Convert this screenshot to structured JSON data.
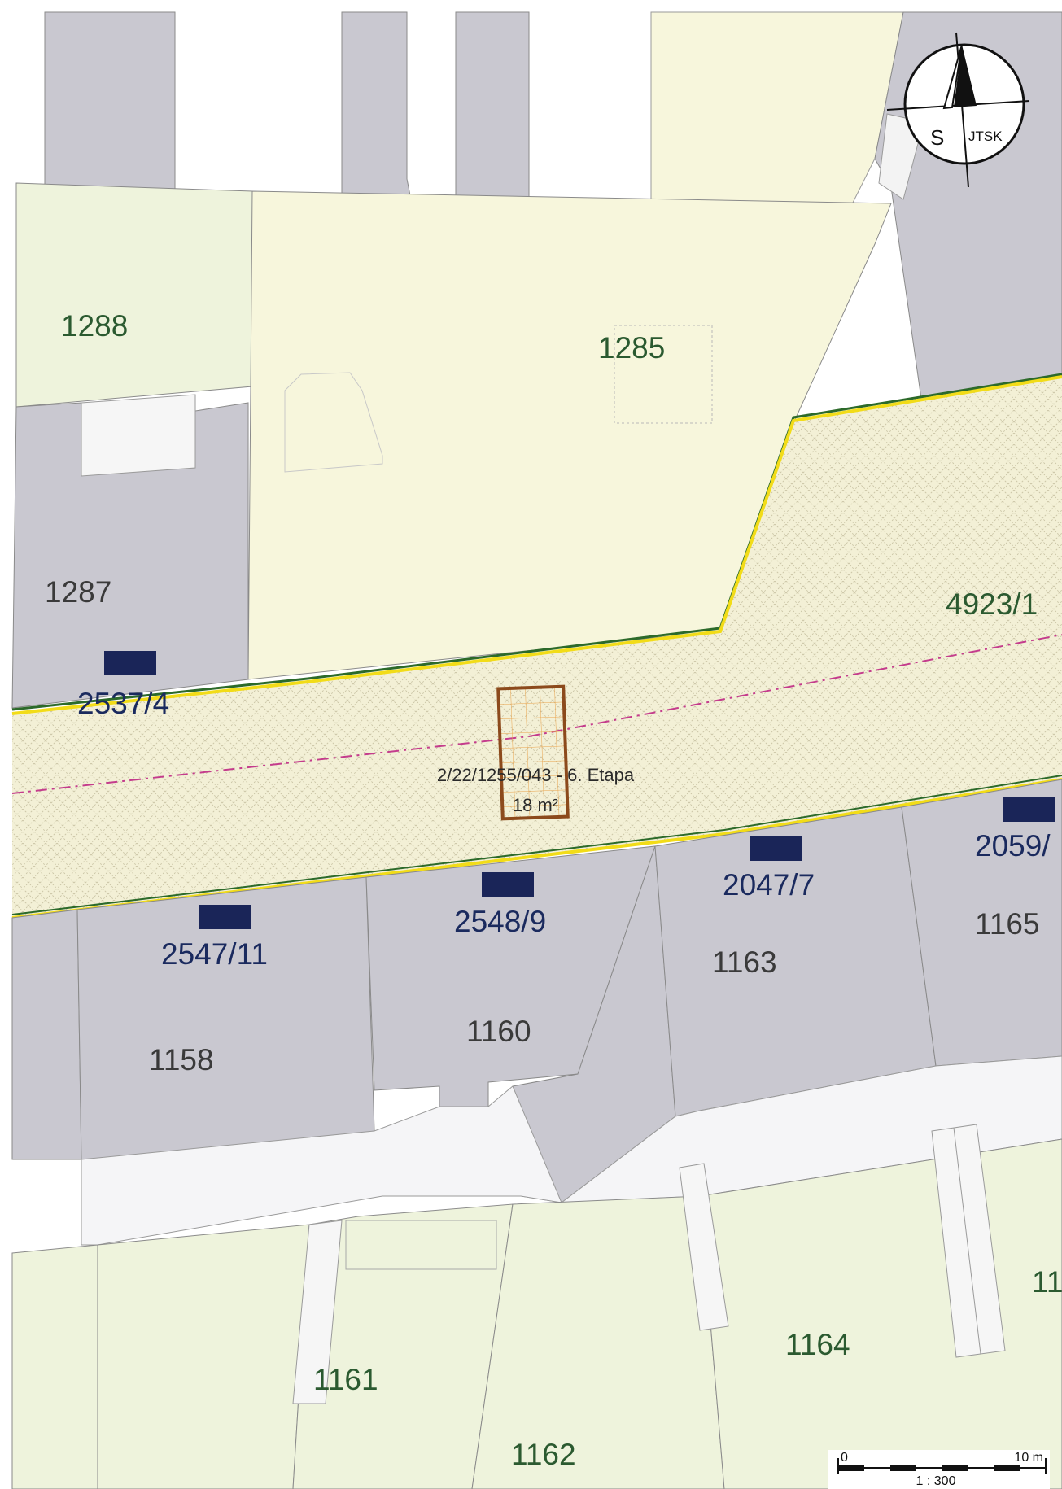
{
  "parcels": {
    "p1288": "1288",
    "p1285": "1285",
    "p1287": "1287",
    "p4923_1": "4923/1",
    "p2537_4": "2537/4",
    "p2547_11": "2547/11",
    "p2548_9": "2548/9",
    "p2047_7": "2047/7",
    "p2059": "2059/",
    "p1165": "1165",
    "p1163": "1163",
    "p1160": "1160",
    "p1158": "1158",
    "p11": "11",
    "p1164": "1164",
    "p1161": "1161",
    "p1162": "1162"
  },
  "project": {
    "id": "2/22/1255/043 - 6. Etapa",
    "area": "18 m²"
  },
  "compass": {
    "letter": "S",
    "system": "JTSK"
  },
  "scale": {
    "start": "0",
    "end": "10 m",
    "ratio": "1 : 300"
  },
  "colors": {
    "building": "#c9c8d0",
    "garden": "#eef3dc",
    "yard": "#f7f6dc",
    "road": "#f3f0d6",
    "road_edge": "#f2dc18",
    "boundary_green": "#2c6a2a",
    "axis": "#c43c8c",
    "project": "#8c4a1c",
    "marker": "#1a2558"
  }
}
